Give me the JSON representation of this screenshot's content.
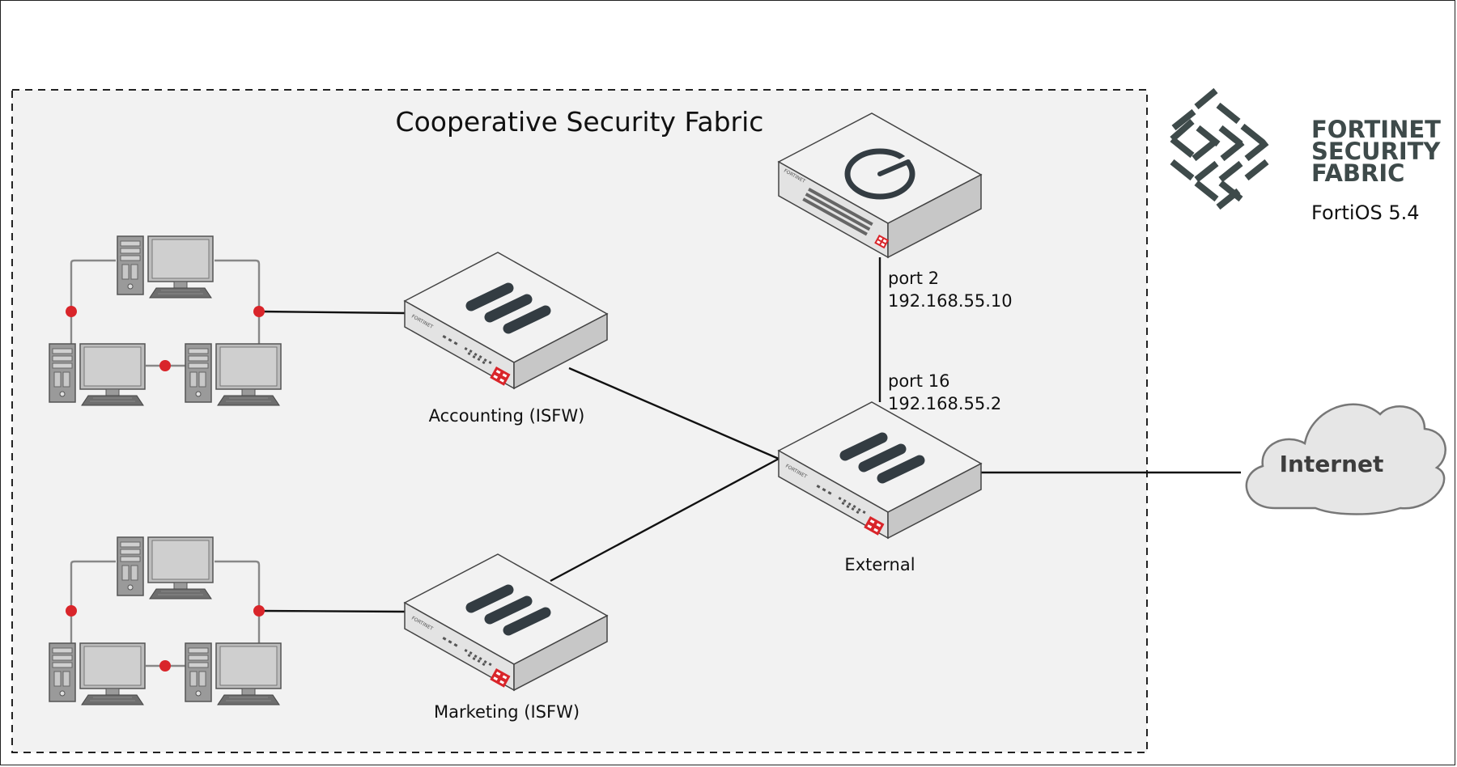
{
  "diagram": {
    "title": "Cooperative Security Fabric",
    "devices": {
      "accounting": "Accounting (ISFW)",
      "marketing": "Marketing (ISFW)",
      "external": "External"
    },
    "links": {
      "port_a_name": "port 2",
      "port_a_ip": "192.168.55.10",
      "port_b_name": "port 16",
      "port_b_ip": "192.168.55.2"
    },
    "internet": "Internet",
    "brand": {
      "line1": "FORTINET",
      "line2": "SECURITY",
      "line3": "FABRIC",
      "version": "FortiOS 5.4"
    },
    "colors": {
      "node_dot": "#d9252a",
      "fortinet_red": "#d9252a",
      "logo_gray": "#3e4a4a",
      "fabric_bg": "#f2f2f2"
    }
  }
}
